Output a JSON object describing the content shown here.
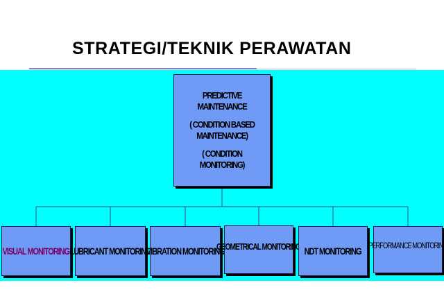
{
  "slide": {
    "title": "STRATEGI/TEKNIK PERAWATAN"
  },
  "diagram": {
    "root": {
      "lines": [
        "PREDICTIVE MAINTENANCE",
        "( CONDITION BASED MAINTENANCE)",
        "( CONDITION MONITORING)"
      ]
    },
    "children": [
      {
        "label": "VISUAL MONITORING",
        "color": "#7a0066"
      },
      {
        "label": "LUBRICANT MONITORING"
      },
      {
        "label": "VIBRATION MONITORING"
      },
      {
        "label": "GEOMETRICAL MONITORING"
      },
      {
        "label": "NDT MONITORING"
      },
      {
        "label": "PERFORMANCE MONITORING"
      }
    ],
    "colors": {
      "background": "#00ffff",
      "node_fill": "#6f9bf6",
      "node_shadow": "#000000",
      "connector": "#3a4a7a"
    }
  }
}
